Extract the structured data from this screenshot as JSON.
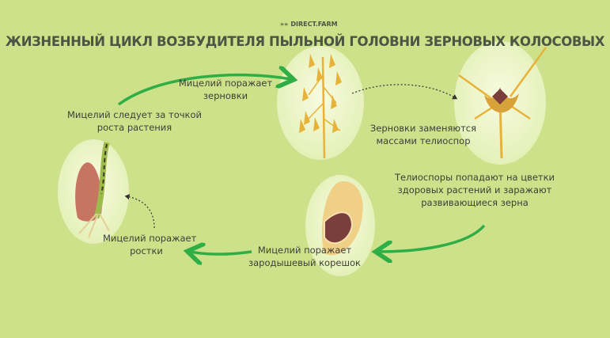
{
  "brand": "DIRECT.FARM",
  "title": "ЖИЗНЕННЫЙ ЦИКЛ ВОЗБУДИТЕЛЯ ПЫЛЬНОЙ ГОЛОВНИ ЗЕРНОВЫХ КОЛОСОВЫХ",
  "stages": {
    "s1": [
      "Мицелий следует за точкой",
      "роста растения"
    ],
    "s2": [
      "Мицелий поражает",
      "зерновки"
    ],
    "s3": [
      "Зерновки заменяются",
      "массами телиоспор"
    ],
    "s4": [
      "Телиоспоры попадают на цветки",
      "здоровых растений и заражают",
      "развивающиеся зерна"
    ],
    "s5": [
      "Мицелий поражает",
      "зародышевый корешок"
    ],
    "s6": [
      "Мицелий поражает",
      "ростки"
    ]
  },
  "colors": {
    "background": "#cde18a",
    "arrow": "#2fae45",
    "grain": "#e7b23a",
    "spore": "#7a3f3a"
  }
}
